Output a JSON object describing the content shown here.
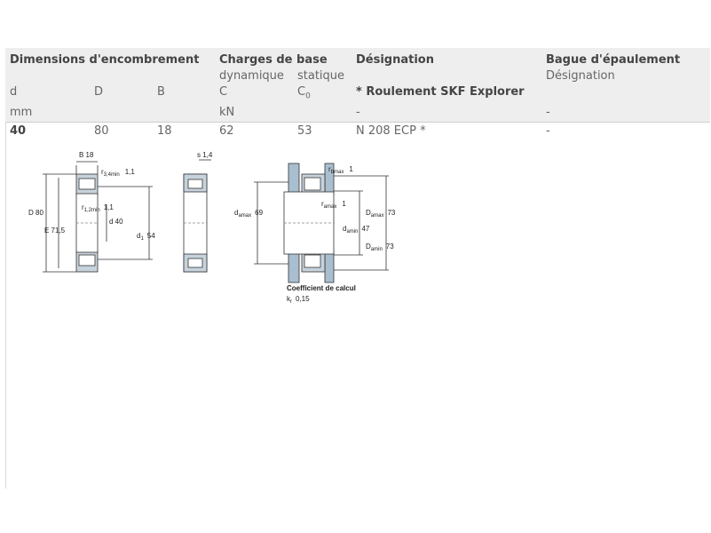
{
  "header": {
    "col1_title": "Dimensions d'encombrement",
    "col2_title": "Charges de base",
    "col2_sub_dynamic": "dynamique",
    "col2_sub_static": "statique",
    "col3_title": "Désignation",
    "col3_sub": "* Roulement SKF Explorer",
    "col4_title": "Bague d'épaulement",
    "col4_sub": "Désignation",
    "sym_d": "d",
    "sym_D": "D",
    "sym_B": "B",
    "sym_C": "C",
    "sym_C0": "C",
    "sym_C0_sub": "0"
  },
  "units": {
    "d": "mm",
    "C": "kN",
    "designation": "-",
    "ring": "-"
  },
  "row": {
    "d": "40",
    "D": "80",
    "B": "18",
    "C": "62",
    "C0": "53",
    "designation": "N 208 ECP *",
    "ring": "-"
  },
  "drawing": {
    "B_label": "B 18",
    "r34_label": "r",
    "r34_sub": "3,4min",
    "r34_val": "1,1",
    "D_label": "D 80",
    "E_label": "E 71,5",
    "r12_label": "r",
    "r12_sub": "1,2min",
    "r12_val": "1,1",
    "d_label": "d 40",
    "d1_label": "d",
    "d1_sub": "1",
    "d1_val": "54",
    "s_label": "s 1,4",
    "rbmax_label": "r",
    "rbmax_sub": "bmax",
    "rbmax_val": "1",
    "ramax_label": "r",
    "ramax_sub": "amax",
    "ramax_val": "1",
    "damax_label": "d",
    "damax_sub": "amax",
    "damax_val": "69",
    "Damax_label": "D",
    "Damax_sub": "amax",
    "Damax_val": "73",
    "damin_label": "d",
    "damin_sub": "amin",
    "damin_val": "47",
    "Damin_label": "D",
    "Damin_sub": "amin",
    "Damin_val": "73",
    "coef_title": "Coefficient de calcul",
    "kr_label": "k",
    "kr_sub": "r",
    "kr_val": "0,15"
  },
  "colors": {
    "header_bg": "#eeeeee",
    "bearing_fill": "#c7d3dc",
    "shaft_fill": "#a9bfd0"
  }
}
